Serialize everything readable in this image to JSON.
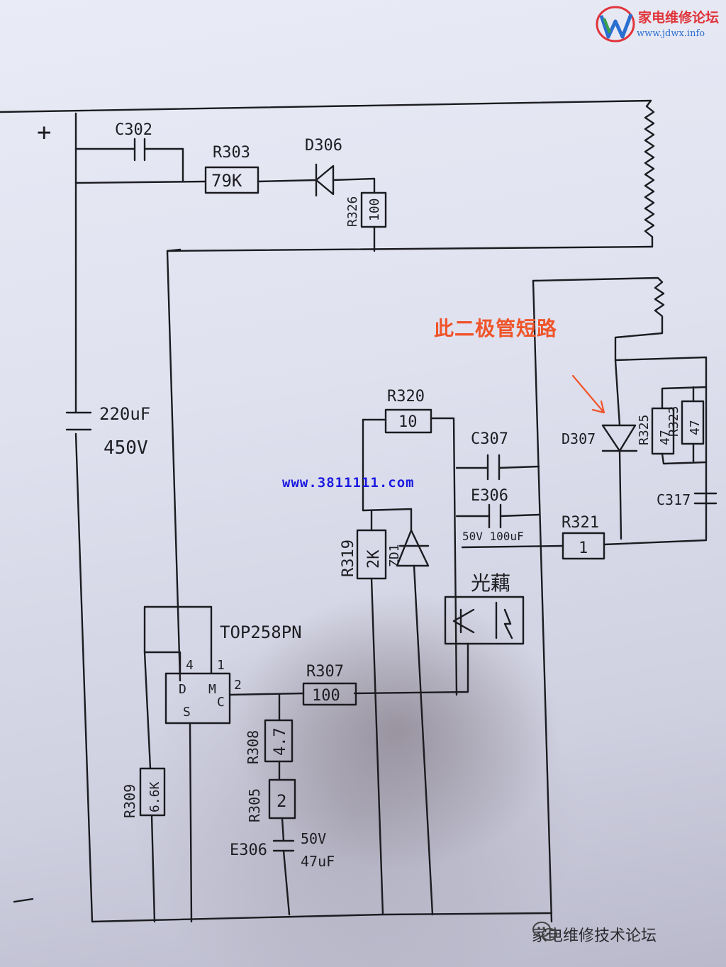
{
  "watermark_top": {
    "name": "家电维修论坛",
    "site": "www.jdwx.info",
    "logo_icon": "jdwx-logo-icon"
  },
  "watermark_bottom": {
    "name": "家电维修技术论坛",
    "icon": "wechat-icon"
  },
  "annotation": {
    "text": "此二极管短路",
    "color": "#f0542a"
  },
  "url_overlay": "www.3811111.com",
  "schematic": {
    "plus_sign": "+",
    "labels": {
      "c302": "C302",
      "r303": "R303",
      "r303_value": "79K",
      "d306": "D306",
      "r326": "R326",
      "r326_value": "100",
      "cap_main_value": "220uF",
      "cap_main_voltage": "450V",
      "r320": "R320",
      "r320_value": "10",
      "c307": "C307",
      "e306_top": "E306",
      "e306_top_rating": "50V 100uF",
      "r321": "R321",
      "r321_value": "1",
      "d307": "D307",
      "r325": "R325",
      "r325_value": "47",
      "r323": "R323",
      "r323_value": "47",
      "c317": "C317",
      "r319": "R319",
      "r319_value": "2K",
      "zd1": "ZD1",
      "optocoupler": "光藕",
      "ic": "TOP258PN",
      "pin4": "4",
      "pin1": "1",
      "pin2": "2",
      "pin_d": "D",
      "pin_m": "M",
      "pin_c": "C",
      "pin_s": "S",
      "r307": "R307",
      "r307_value": "100",
      "r308": "R308",
      "r308_value": "4.7",
      "r305": "R305",
      "r305_value": "2",
      "e306_bottom": "E306",
      "e306_bottom_voltage": "50V",
      "e306_bottom_cap": "47uF",
      "r309": "R309",
      "r309_value": "6.6K"
    }
  }
}
